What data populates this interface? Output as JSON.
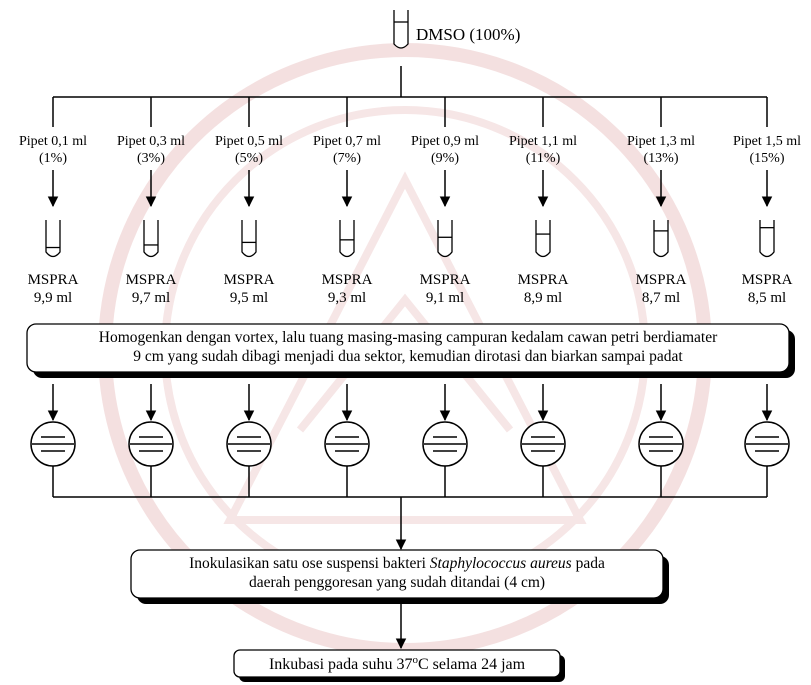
{
  "source": {
    "label": "DMSO (100%)"
  },
  "columns": [
    {
      "pipet": "Pipet 0,1 ml",
      "percent": "(1%)",
      "medium": "MSPRA",
      "volume": "9,9 ml"
    },
    {
      "pipet": "Pipet 0,3 ml",
      "percent": "(3%)",
      "medium": "MSPRA",
      "volume": "9,7 ml"
    },
    {
      "pipet": "Pipet 0,5 ml",
      "percent": "(5%)",
      "medium": "MSPRA",
      "volume": "9,5 ml"
    },
    {
      "pipet": "Pipet 0,7 ml",
      "percent": "(7%)",
      "medium": "MSPRA",
      "volume": "9,3 ml"
    },
    {
      "pipet": "Pipet 0,9 ml",
      "percent": "(9%)",
      "medium": "MSPRA",
      "volume": "9,1 ml"
    },
    {
      "pipet": "Pipet 1,1 ml",
      "percent": "(11%)",
      "medium": "MSPRA",
      "volume": "8,9 ml"
    },
    {
      "pipet": "Pipet 1,3 ml",
      "percent": "(13%)",
      "medium": "MSPRA",
      "volume": "8,7 ml"
    },
    {
      "pipet": "Pipet 1,5 ml",
      "percent": "(15%)",
      "medium": "MSPRA",
      "volume": "8,5 ml"
    }
  ],
  "steps": {
    "homogenize": {
      "line1": "Homogenkan dengan vortex, lalu tuang masing-masing campuran kedalam cawan petri berdiamater",
      "line2": "9 cm yang sudah dibagi menjadi dua sektor, kemudian dirotasi dan biarkan sampai padat"
    },
    "inoculate": {
      "line1_pre": "Inokulasikan satu ose suspensi bakteri ",
      "line1_species": "Staphylococcus aureus",
      "line1_post": " pada",
      "line2": "daerah penggoresan yang sudah ditandai (4 cm)"
    },
    "incubate": {
      "pre": "Inkubasi pada suhu 37",
      "sup": "o",
      "post": "C selama 24 jam"
    }
  },
  "colors": {
    "ink": "#000000",
    "watermark": "#f2dcdc",
    "background": "#ffffff"
  }
}
